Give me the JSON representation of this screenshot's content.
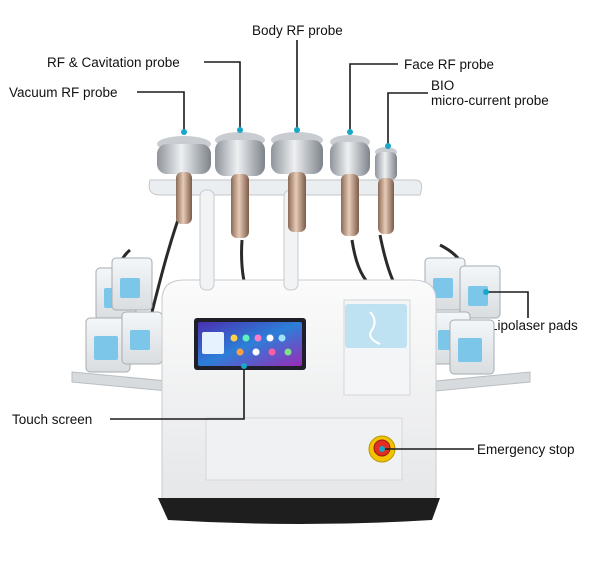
{
  "labels": {
    "vacuum_rf": "Vacuum RF probe",
    "rf_cavitation": "RF & Cavitation probe",
    "body_rf": "Body RF probe",
    "face_rf": "Face RF probe",
    "bio_line1": "BIO",
    "bio_line2": "micro-current probe",
    "lipolaser": "Lipolaser pads",
    "touch_screen": "Touch screen",
    "emergency_stop": "Emergency stop"
  },
  "colors": {
    "leader": "#1a1a1a",
    "dot": "#18a7c9",
    "stop_button": "#e02f24",
    "stop_ring": "#f2c400",
    "pad": "#7cc6ea",
    "probe_metal": "#c9cdd2",
    "probe_handle": "#c9a58f"
  }
}
